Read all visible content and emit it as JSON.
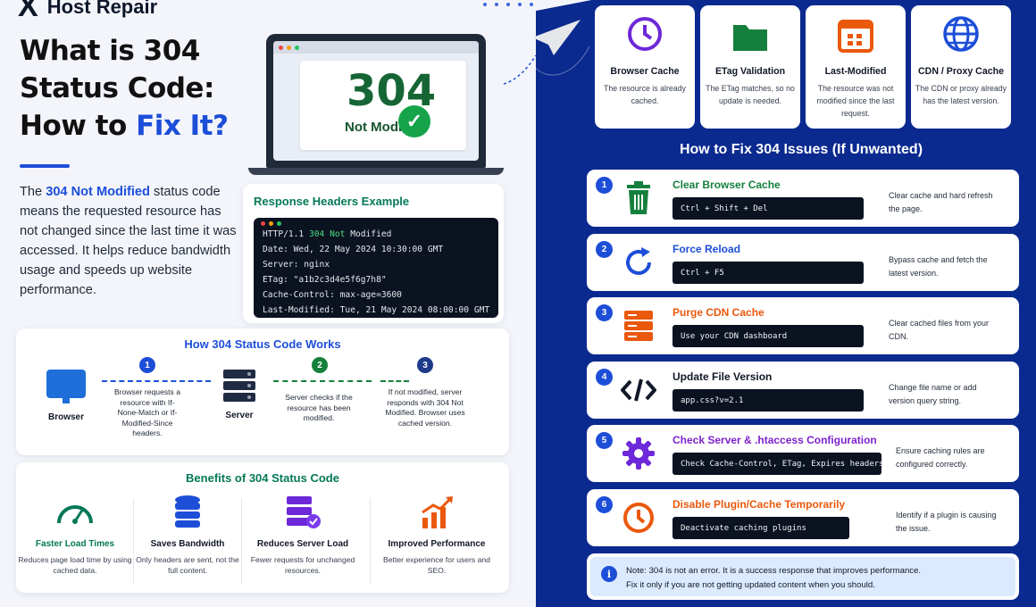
{
  "brand": {
    "name": "Host Repair"
  },
  "headline": {
    "line1": "What is 304",
    "line2": "Status Code:",
    "line3a": "How to ",
    "line3b": "Fix It?"
  },
  "intro": {
    "pre": "The ",
    "highlight": "304 Not Modified",
    "post": " status code means the requested resource has not changed since the last time it was accessed. It helps reduce bandwidth usage and speeds up website performance."
  },
  "laptop": {
    "code": "304",
    "label": "Not Modified",
    "check": "✓"
  },
  "response": {
    "title": "Response Headers Example",
    "line1_pre": "HTTP/1.1 ",
    "line1_code": "304 Not",
    "line1_post": " Modified",
    "lines": [
      "Date: Wed, 22 May 2024 10:30:00 GMT",
      "Server: nginx",
      "ETag: \"a1b2c3d4e5f6g7h8\"",
      "Cache-Control: max-age=3600",
      "Last-Modified: Tue, 21 May 2024 08:00:00 GMT"
    ]
  },
  "works": {
    "title": "How 304 Status Code Works",
    "browser": "Browser",
    "server": "Server",
    "steps": [
      {
        "num": "1",
        "text": "Browser requests a resource with If-None-Match or If-Modified-Since headers."
      },
      {
        "num": "2",
        "text": "Server checks if the resource has been modified."
      },
      {
        "num": "3",
        "text": "If not modified, server responds with 304 Not Modified. Browser uses cached version."
      }
    ],
    "colors": {
      "blue": "#1d4ed8",
      "green": "#15803d"
    }
  },
  "benefits": {
    "title": "Benefits of 304 Status Code",
    "items": [
      {
        "name": "Faster Load Times",
        "desc": "Reduces page load time by using cached data.",
        "color": "#047857"
      },
      {
        "name": "Saves Bandwidth",
        "desc": "Only headers are sent, not the full content.",
        "color": "#111827"
      },
      {
        "name": "Reduces Server Load",
        "desc": "Fewer requests for unchanged resources.",
        "color": "#111827"
      },
      {
        "name": "Improved Performance",
        "desc": "Better experience for users and SEO.",
        "color": "#111827"
      }
    ]
  },
  "reasons": [
    {
      "name": "Browser Cache",
      "desc": "The resource is already cached."
    },
    {
      "name": "ETag Validation",
      "desc": "The ETag matches, so no update is needed."
    },
    {
      "name": "Last-Modified",
      "desc": "The resource was not modified since the last request."
    },
    {
      "name": "CDN / Proxy Cache",
      "desc": "The CDN or proxy already has the latest version."
    }
  ],
  "fix": {
    "heading": "How to Fix 304 Issues (If Unwanted)",
    "items": [
      {
        "num": "1",
        "title": "Clear Browser Cache",
        "cmd": "Ctrl + Shift + Del",
        "desc": "Clear cache and hard refresh the page.",
        "color": "#15803d"
      },
      {
        "num": "2",
        "title": "Force Reload",
        "cmd": "Ctrl + F5",
        "desc": "Bypass cache and fetch the latest version.",
        "color": "#1d4ed8"
      },
      {
        "num": "3",
        "title": "Purge CDN Cache",
        "cmd": "Use your CDN dashboard",
        "desc": "Clear cached files from your CDN.",
        "color": "#ea580c"
      },
      {
        "num": "4",
        "title": "Update File Version",
        "cmd": "app.css?v=2.1",
        "desc": "Change file name or add version query string.",
        "color": "#111827"
      },
      {
        "num": "5",
        "title": "Check Server & .htaccess Configuration",
        "cmd": "Check Cache-Control, ETag, Expires headers",
        "desc": "Ensure caching rules are configured correctly.",
        "color": "#7e22ce"
      },
      {
        "num": "6",
        "title": "Disable Plugin/Cache Temporarily",
        "cmd": "Deactivate caching plugins",
        "desc": "Identify if a plugin is causing the issue.",
        "color": "#ea580c"
      }
    ]
  },
  "note": {
    "icon": "i",
    "line1": "Note: 304 is not an error. It is a success response that improves performance.",
    "line2": "Fix it only if you are not getting updated content when you should."
  }
}
